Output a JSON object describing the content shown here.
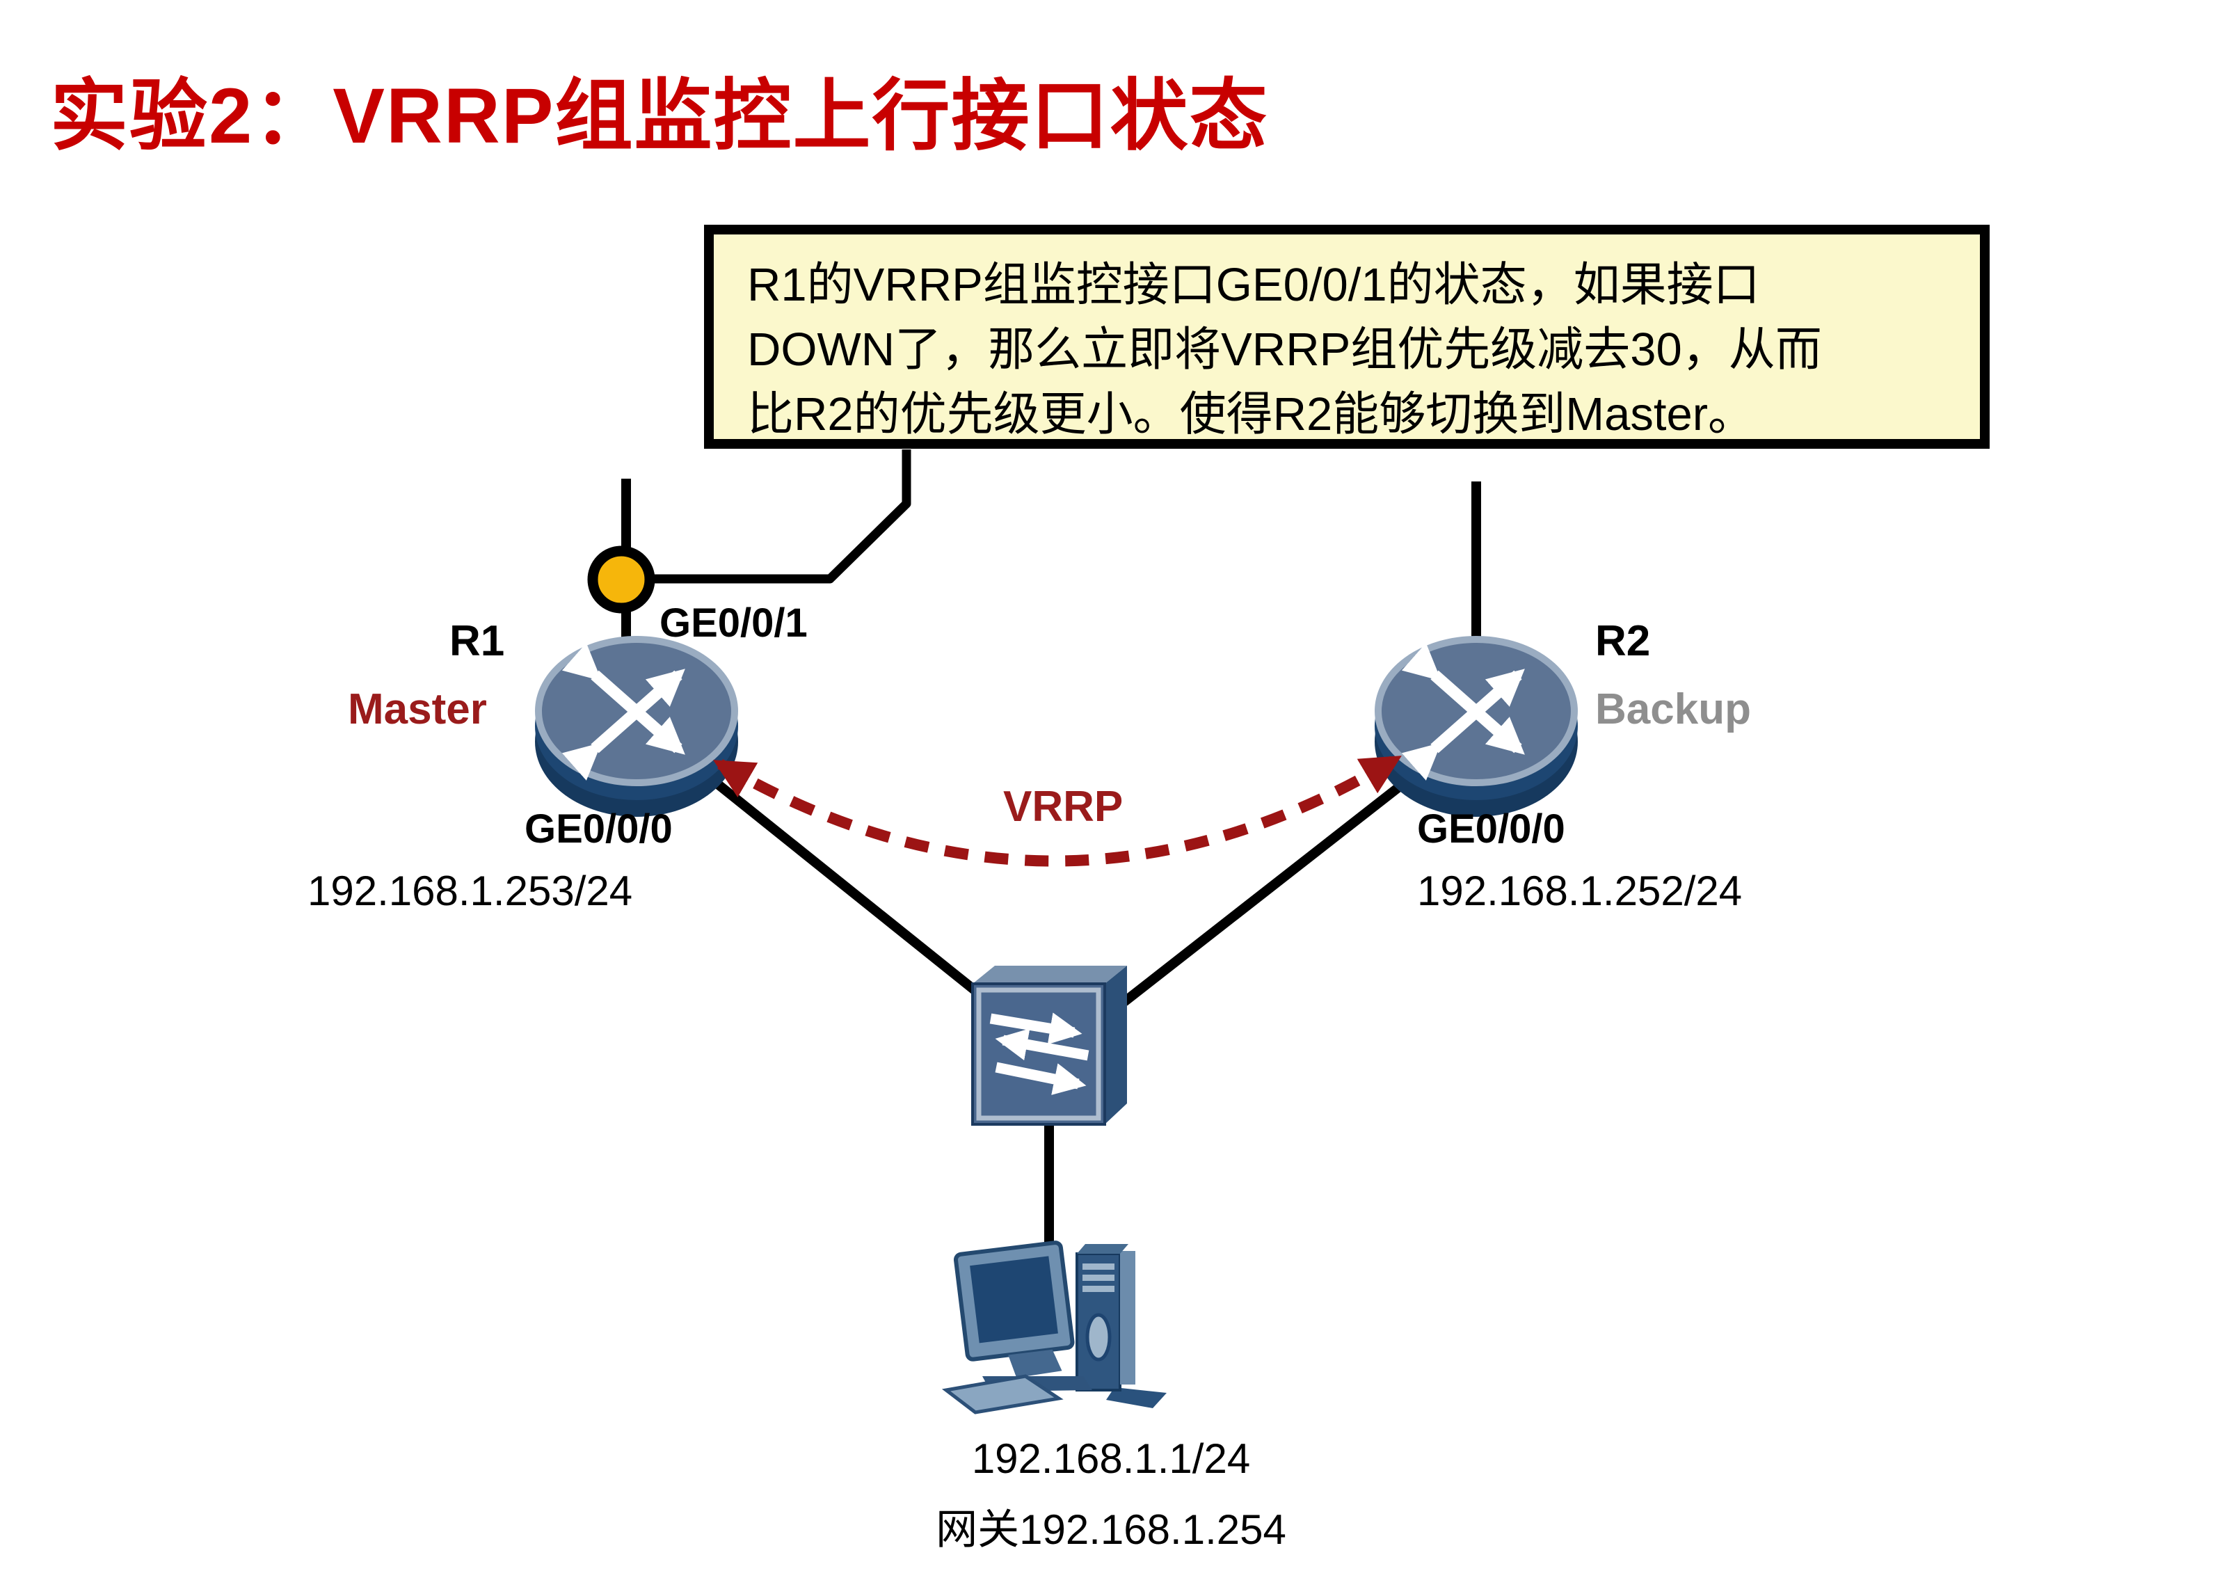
{
  "slide": {
    "title": "实验2：VRRP组监控上行接口状态"
  },
  "callout": {
    "lines": [
      "R1的VRRP组监控接口GE0/0/1的状态，如果接口",
      "DOWN了，那么立即将VRRP组优先级减去30，从而",
      "比R2的优先级更小。使得R2能够切换到Master。"
    ]
  },
  "devices": {
    "r1": {
      "name": "R1",
      "role": "Master",
      "uplink_interface": "GE0/0/1",
      "lan_interface": "GE0/0/0",
      "lan_ip": "192.168.1.253/24"
    },
    "r2": {
      "name": "R2",
      "role": "Backup",
      "lan_interface": "GE0/0/0",
      "lan_ip": "192.168.1.252/24"
    },
    "switch": {
      "type": "L2 switch"
    },
    "pc": {
      "ip": "192.168.1.1/24",
      "gateway": "网关192.168.1.254"
    }
  },
  "link_label": "VRRP",
  "icons": {
    "router": "router-icon",
    "switch": "switch-icon",
    "pc": "pc-icon",
    "monitored_port": "monitored-interface-dot"
  },
  "colors": {
    "title_red": "#C80000",
    "dark_red": "#9A1B1B",
    "arc_red": "#9C1414",
    "backup_gray": "#8E8E8E",
    "callout_bg": "#FBF8CC",
    "line_black": "#000000",
    "router_top_blue": "#5D7494",
    "router_body_navy": "#1D4672",
    "orange_dot": "#F6B60B"
  }
}
